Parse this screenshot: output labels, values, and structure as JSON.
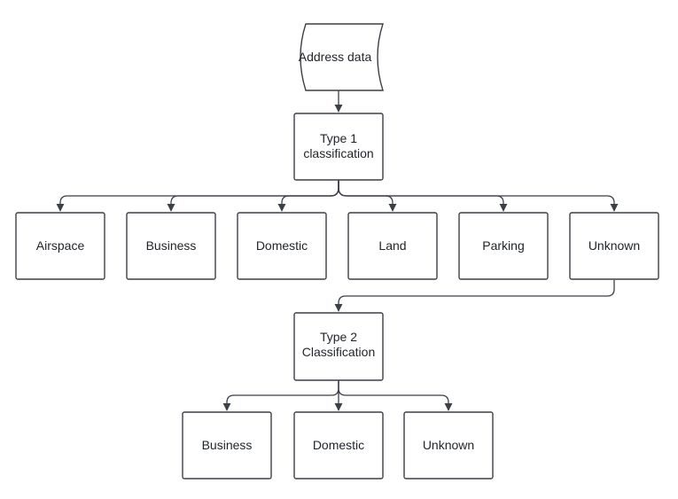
{
  "diagram": {
    "source": {
      "label": "Address data"
    },
    "type1": {
      "line1": "Type 1",
      "line2": "classification"
    },
    "type1_outputs": [
      {
        "label": "Airspace"
      },
      {
        "label": "Business"
      },
      {
        "label": "Domestic"
      },
      {
        "label": "Land"
      },
      {
        "label": "Parking"
      },
      {
        "label": "Unknown"
      }
    ],
    "type2": {
      "line1": "Type 2",
      "line2": "Classification"
    },
    "type2_outputs": [
      {
        "label": "Business"
      },
      {
        "label": "Domestic"
      },
      {
        "label": "Unknown"
      }
    ],
    "colors": {
      "stroke": "#3b3f46",
      "fill": "#ffffff",
      "text": "#1f2328"
    }
  }
}
